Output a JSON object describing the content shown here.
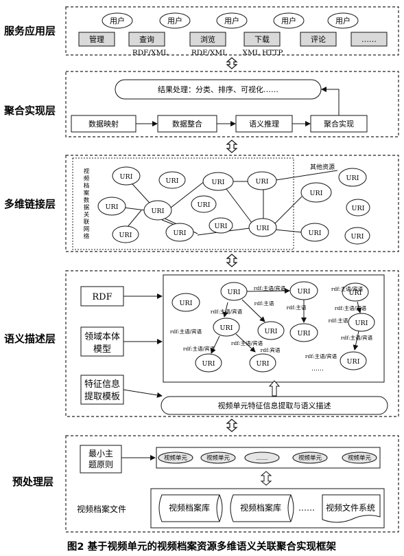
{
  "layers": {
    "service": "服务应用层",
    "aggregation": "聚合实现层",
    "linking": "多维链接层",
    "semantic": "语义描述层",
    "preprocess": "预处理层"
  },
  "service": {
    "users": [
      "用户",
      "用户",
      "用户",
      "用户",
      "用户"
    ],
    "functions": [
      "管理",
      "查询",
      "浏览",
      "下载",
      "评论",
      "……"
    ],
    "protocols": [
      "RDF/XML",
      "RDF/XML",
      "XML HTTP"
    ]
  },
  "aggregation": {
    "result": "结果处理：分类、排序、可视化……",
    "steps": [
      "数据映射",
      "数据整合",
      "语义推理",
      "聚合实现"
    ]
  },
  "linking": {
    "network_label": "视频档案数据关联网络",
    "other_resources": "其他资源",
    "uri": "URI"
  },
  "semantic": {
    "rdf": "RDF",
    "domain_ontology": "领域本体模型",
    "feature_template": "特征信息提取模板",
    "extraction_bar": "视频单元特征信息提取与语义描述",
    "uri": "URI",
    "rel_subject": "rdf:主语",
    "rel_subject_object": "rdf:主语/宾语",
    "rel_object": "rdf:宾语",
    "ellipsis": "……"
  },
  "preprocess": {
    "min_topic": "最小主题原则",
    "video_unit": "视频单元",
    "ellipsis": "……",
    "archive_files": "视频档案文件",
    "archive_db": "视频档案库",
    "file_system": "视频文件系统"
  },
  "caption": "图2  基于视频单元的视频档案资源多维语义关联聚合实现框架"
}
